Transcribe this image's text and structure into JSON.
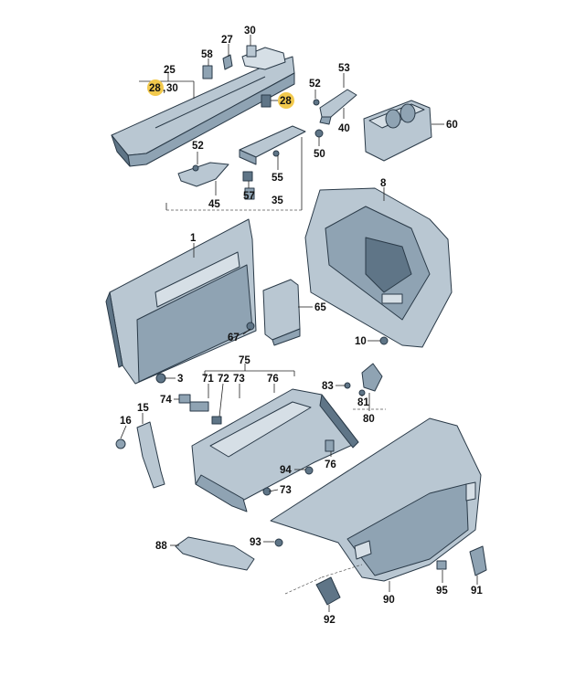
{
  "highlight_color": "#f2c94c",
  "callouts": {
    "c1": "1",
    "c3": "3",
    "c8": "8",
    "c10": "10",
    "c15": "15",
    "c16": "16",
    "c25": "25",
    "c27": "27",
    "c28a": "28",
    "c30a": "30",
    "c28b": "28",
    "c30b": "30",
    "c35": "35",
    "c40": "40",
    "c45": "45",
    "c50": "50",
    "c52a": "52",
    "c52b": "52",
    "c53": "53",
    "c55": "55",
    "c57": "57",
    "c58": "58",
    "c60": "60",
    "c65": "65",
    "c67": "67",
    "c71": "71",
    "c72": "72",
    "c73a": "73",
    "c73b": "73",
    "c74": "74",
    "c75": "75",
    "c76a": "76",
    "c76b": "76",
    "c80": "80",
    "c81": "81",
    "c83": "83",
    "c88": "88",
    "c90": "90",
    "c91": "91",
    "c92": "92",
    "c93": "93",
    "c94": "94",
    "c95": "95"
  }
}
